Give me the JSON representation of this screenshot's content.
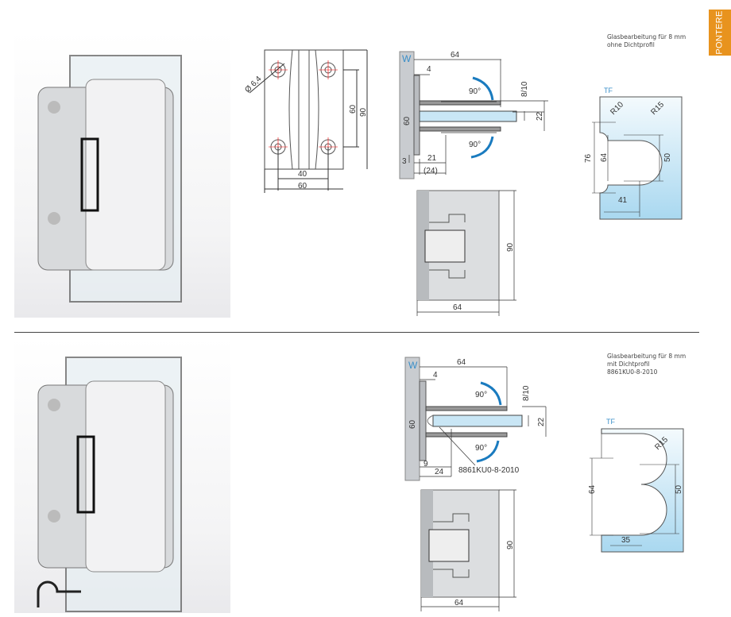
{
  "side_tab": "PONTERE",
  "colors": {
    "tab": "#e8931e",
    "accent_blue": "#3a8fc8",
    "glass": "#c9e6f5"
  },
  "top": {
    "note": [
      "Glasbearbeitung für 8 mm",
      "ohne Dichtprofil"
    ],
    "front": {
      "hole": "Ø 6,4",
      "h_inner": "60",
      "h_outer": "90",
      "w_inner": "40",
      "w_outer": "60"
    },
    "side": {
      "wall": "W",
      "length": "64",
      "offset": "4",
      "height": "60",
      "angle_up": "90°",
      "angle_down": "90°",
      "glass": "8/10",
      "thickness": "22",
      "base": "3",
      "d1": "21",
      "d2": "(24)"
    },
    "bottom_view": {
      "height": "90",
      "width": "64"
    },
    "cutout": {
      "label": "TF",
      "r1": "R10",
      "r2": "R15",
      "h_outer": "76",
      "h_mid": "64",
      "h_inner": "50",
      "width": "41"
    }
  },
  "bottom": {
    "note": [
      "Glasbearbeitung für 8 mm",
      "mit Dichtprofil",
      "8861KU0-8-2010"
    ],
    "side": {
      "wall": "W",
      "length": "64",
      "offset": "4",
      "height": "60",
      "angle_up": "90°",
      "angle_down": "90°",
      "glass": "8/10",
      "thickness": "22",
      "base": "9",
      "d1": "24",
      "part": "8861KU0-8-2010"
    },
    "bottom_view": {
      "height": "90",
      "width": "64"
    },
    "cutout": {
      "label": "TF",
      "r2": "R15",
      "h_mid": "64",
      "h_inner": "50",
      "width": "35"
    }
  }
}
